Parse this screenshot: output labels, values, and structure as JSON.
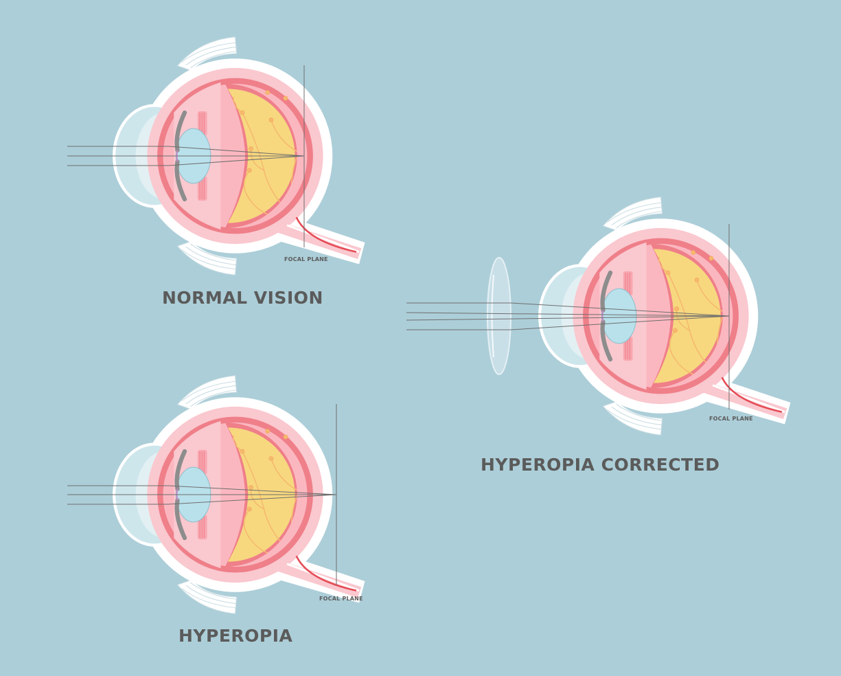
{
  "diagrams": {
    "normal": {
      "caption": "NORMAL VISION",
      "focal_label": "FOCAL PLANE"
    },
    "hyperopia": {
      "caption": "HYPEROPIA",
      "focal_label": "FOCAL PLANE"
    },
    "corrected": {
      "caption": "HYPEROPIA CORRECTED",
      "focal_label": "FOCAL PLANE"
    }
  },
  "colors": {
    "background": "#acced8",
    "sclera": "#fac8cf",
    "choroid": "#ef7f89",
    "vitreous": "#f7d87f",
    "vessel": "#f5b96f",
    "cornea": "#cde6ec",
    "lens": "#b9e1eb",
    "iris": "#8d8d8d",
    "text": "#5b5b5b"
  }
}
